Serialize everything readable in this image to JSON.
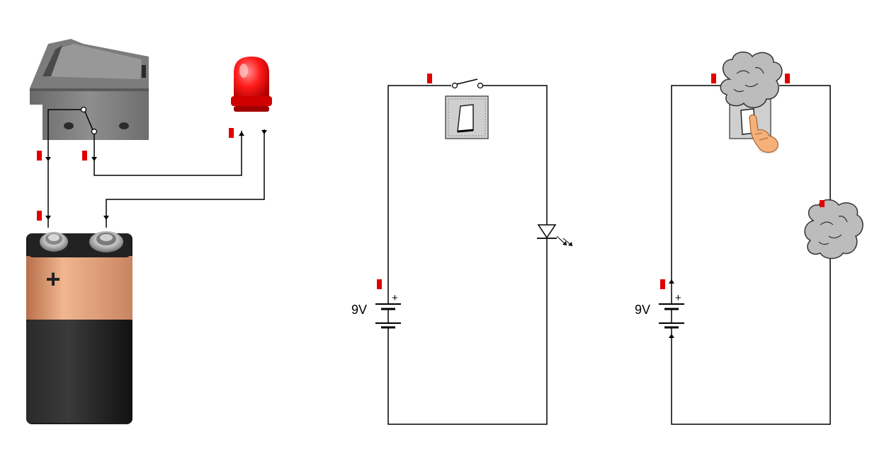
{
  "scene": {
    "panels": [
      {
        "id": "pictorial-circuit",
        "components": [
          "rocker-switch",
          "red-led",
          "9v-battery"
        ]
      },
      {
        "id": "schematic-circuit",
        "components": [
          "switch",
          "led",
          "battery"
        ]
      },
      {
        "id": "damaged-circuit",
        "components": [
          "smoke-switch",
          "smoke-led",
          "battery"
        ]
      }
    ]
  },
  "labels": {
    "battery_symbol": "+",
    "schematic_battery_voltage": "9V",
    "schematic_battery_plus": "+",
    "damaged_battery_voltage": "9V",
    "damaged_battery_plus": "+"
  },
  "colors": {
    "wire": "#000000",
    "marker": "#e00000",
    "led_red": "#ff1a1a",
    "battery_copper": "#e3a07a",
    "battery_black": "#1c1c1c",
    "switch_gray": "#8a8a8a",
    "smoke_gray": "#bcbcbc"
  },
  "icons": [
    "hand-pointer-icon",
    "smoke-cloud-icon",
    "led-symbol-icon",
    "toggle-button-icon"
  ]
}
